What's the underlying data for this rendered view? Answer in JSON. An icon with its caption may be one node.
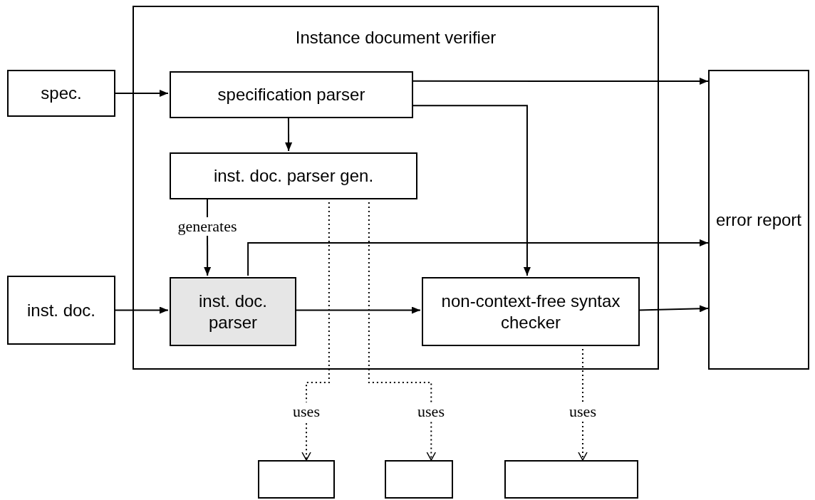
{
  "diagram": {
    "nodes": [
      {
        "text": [
          "Instance document verifier"
        ]
      },
      {
        "text": [
          "spec."
        ]
      },
      {
        "text": [
          "specification parser"
        ],
        "in": 0
      },
      {
        "text": [
          "inst. doc. parser gen."
        ],
        "in": 0
      },
      {
        "text": [
          "inst. doc."
        ]
      },
      {
        "text": [
          "inst. doc. parser"
        ],
        "in": 0
      },
      {
        "text": [
          "non-context-free syntax checker"
        ],
        "in": 0
      },
      {
        "text": [
          "error report"
        ]
      },
      {
        "text": [],
        "shape": "box"
      },
      {
        "text": [],
        "shape": "box"
      },
      {
        "text": [],
        "shape": "box"
      }
    ],
    "edges": [
      {
        "from": 1,
        "to": 2,
        "arrow": "to"
      },
      {
        "from": 2,
        "to": 7,
        "arrow": "to"
      },
      {
        "from": 2,
        "to": 6,
        "arrow": "to"
      },
      {
        "from": 2,
        "to": 3,
        "arrow": "to"
      },
      {
        "from": 3,
        "to": 5,
        "arrow": "to",
        "label": "generates"
      },
      {
        "from": 5,
        "to": 7,
        "arrow": "to"
      },
      {
        "from": 4,
        "to": 5,
        "arrow": "to"
      },
      {
        "from": 5,
        "to": 6,
        "arrow": "to"
      },
      {
        "from": 6,
        "to": 7,
        "arrow": "to"
      },
      {
        "from": 3,
        "to": 8,
        "arrow": "to",
        "label": "uses",
        "style": "dashed"
      },
      {
        "from": 3,
        "to": 9,
        "arrow": "to",
        "label": "uses",
        "style": "dashed"
      },
      {
        "from": 6,
        "to": 10,
        "arrow": "to",
        "label": "uses",
        "style": "dashed"
      }
    ]
  }
}
